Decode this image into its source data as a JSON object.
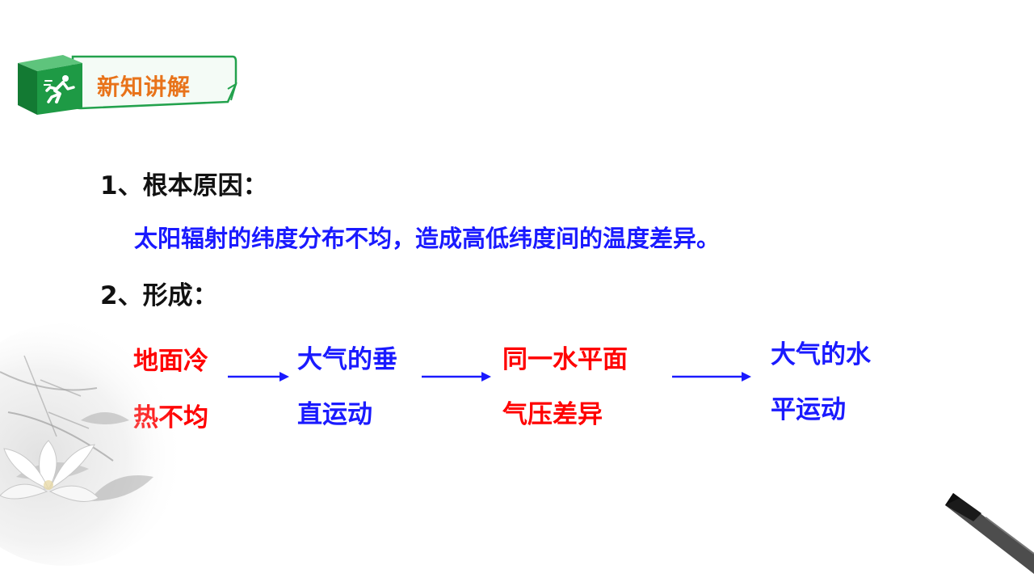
{
  "header": {
    "title": "新知讲解",
    "icon": "running-man-icon",
    "colors": {
      "cube_green": "#1e9a45",
      "frame_green": "#23a24d",
      "title_orange": "#e8731a"
    }
  },
  "content": {
    "point1": {
      "heading": "1、根本原因：",
      "text": "太阳辐射的纬度分布不均，造成高低纬度间的温度差异。"
    },
    "point2": {
      "heading": "2、形成："
    },
    "flow": [
      {
        "line1": "地面冷",
        "line2": "热不均",
        "color": "#ff0000"
      },
      {
        "line1": "大气的垂",
        "line2": "直运动",
        "color": "#1a1aff"
      },
      {
        "line1": "同一水平面",
        "line2": "气压差异",
        "color": "#ff0000"
      },
      {
        "line1": "大气的水",
        "line2": "平运动",
        "color": "#1a1aff"
      }
    ]
  },
  "colors": {
    "blue": "#1a1aff",
    "red": "#ff0000",
    "black": "#111111"
  }
}
